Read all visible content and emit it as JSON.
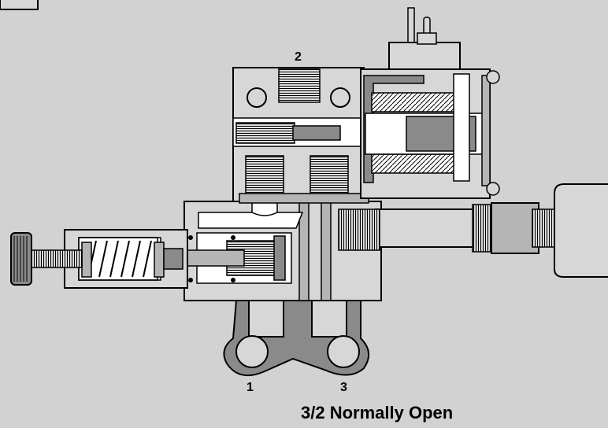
{
  "port_labels": {
    "port_1": "1",
    "port_2": "2",
    "port_3": "3"
  },
  "caption": "3/2 Normally Open",
  "colors": {
    "background": "#d2d2d2",
    "body_light": "#d7d7d7",
    "body_mid": "#b5b5b5",
    "body_dark": "#8a8a8a",
    "outline": "#000000",
    "fill_white": "#ffffff"
  }
}
